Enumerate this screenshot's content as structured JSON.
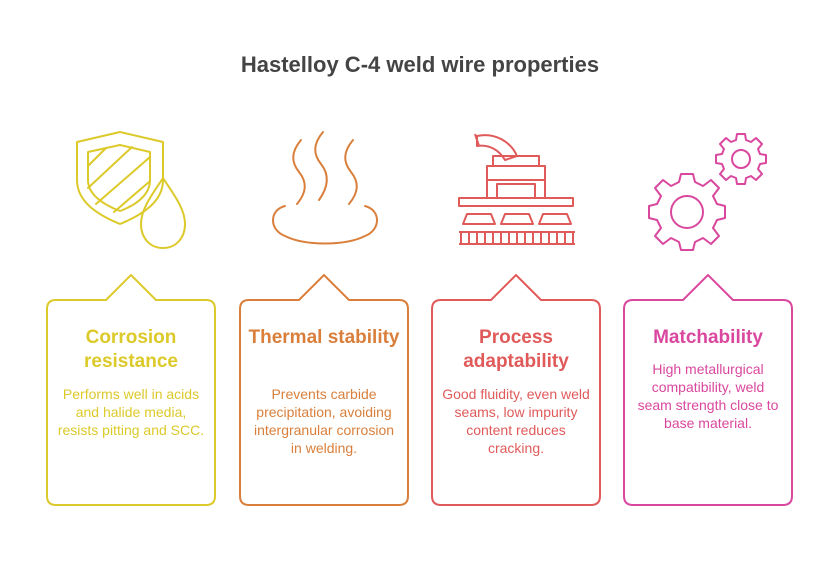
{
  "title": "Hastelloy C-4 weld wire properties",
  "cards": [
    {
      "title": "Corrosion resistance",
      "text": "Performs well in acids and halide media, resists pitting and SCC.",
      "icon": "shield-droplet-icon",
      "color": "#dcc92a"
    },
    {
      "title": "Thermal stability",
      "text": "Prevents carbide precipitation, avoiding intergranular corrosion in welding.",
      "icon": "heat-waves-icon",
      "color": "#d97f3b"
    },
    {
      "title": "Process adaptability",
      "text": "Good fluidity, even weld seams, low impurity content reduces cracking.",
      "icon": "factory-machine-icon",
      "color": "#e05a5a"
    },
    {
      "title": "Matchability",
      "text": "High metallurgical compatibility, weld seam strength close to base material.",
      "icon": "gears-icon",
      "color": "#d9489e"
    }
  ]
}
